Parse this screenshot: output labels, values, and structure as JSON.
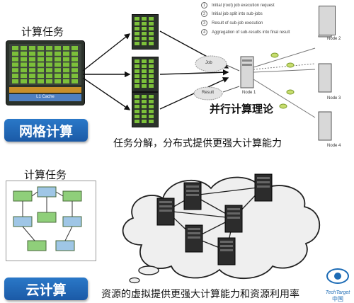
{
  "grid": {
    "task_label": "计算任务",
    "badge": "网格计算",
    "chip_footer": "L1 Cache",
    "caption": "任务分解，分布式提供更强大计算能力",
    "parallel_title": "并行计算理论",
    "legend": [
      {
        "num": "1",
        "text": "Initial (root) job execution request"
      },
      {
        "num": "2",
        "text": "Initial job split into sub-jobs"
      },
      {
        "num": "3",
        "text": "Result of sub-job execution"
      },
      {
        "num": "4",
        "text": "Aggregation of sub-results into final result"
      }
    ],
    "job_label": "Job",
    "result_label": "Result",
    "nodes": [
      "Node 1",
      "Node 2",
      "Node 3",
      "Node 4"
    ]
  },
  "cloud": {
    "task_label": "计算任务",
    "badge": "云计算",
    "caption": "资源的虚拟提供更强大计算能力和资源利用率"
  },
  "watermark": {
    "line1": "TechTarget",
    "line2": "中国"
  },
  "colors": {
    "accent": "#1b5aa6",
    "gpu_green": "#7cc03a",
    "chip_dark": "#2a2f2a"
  }
}
